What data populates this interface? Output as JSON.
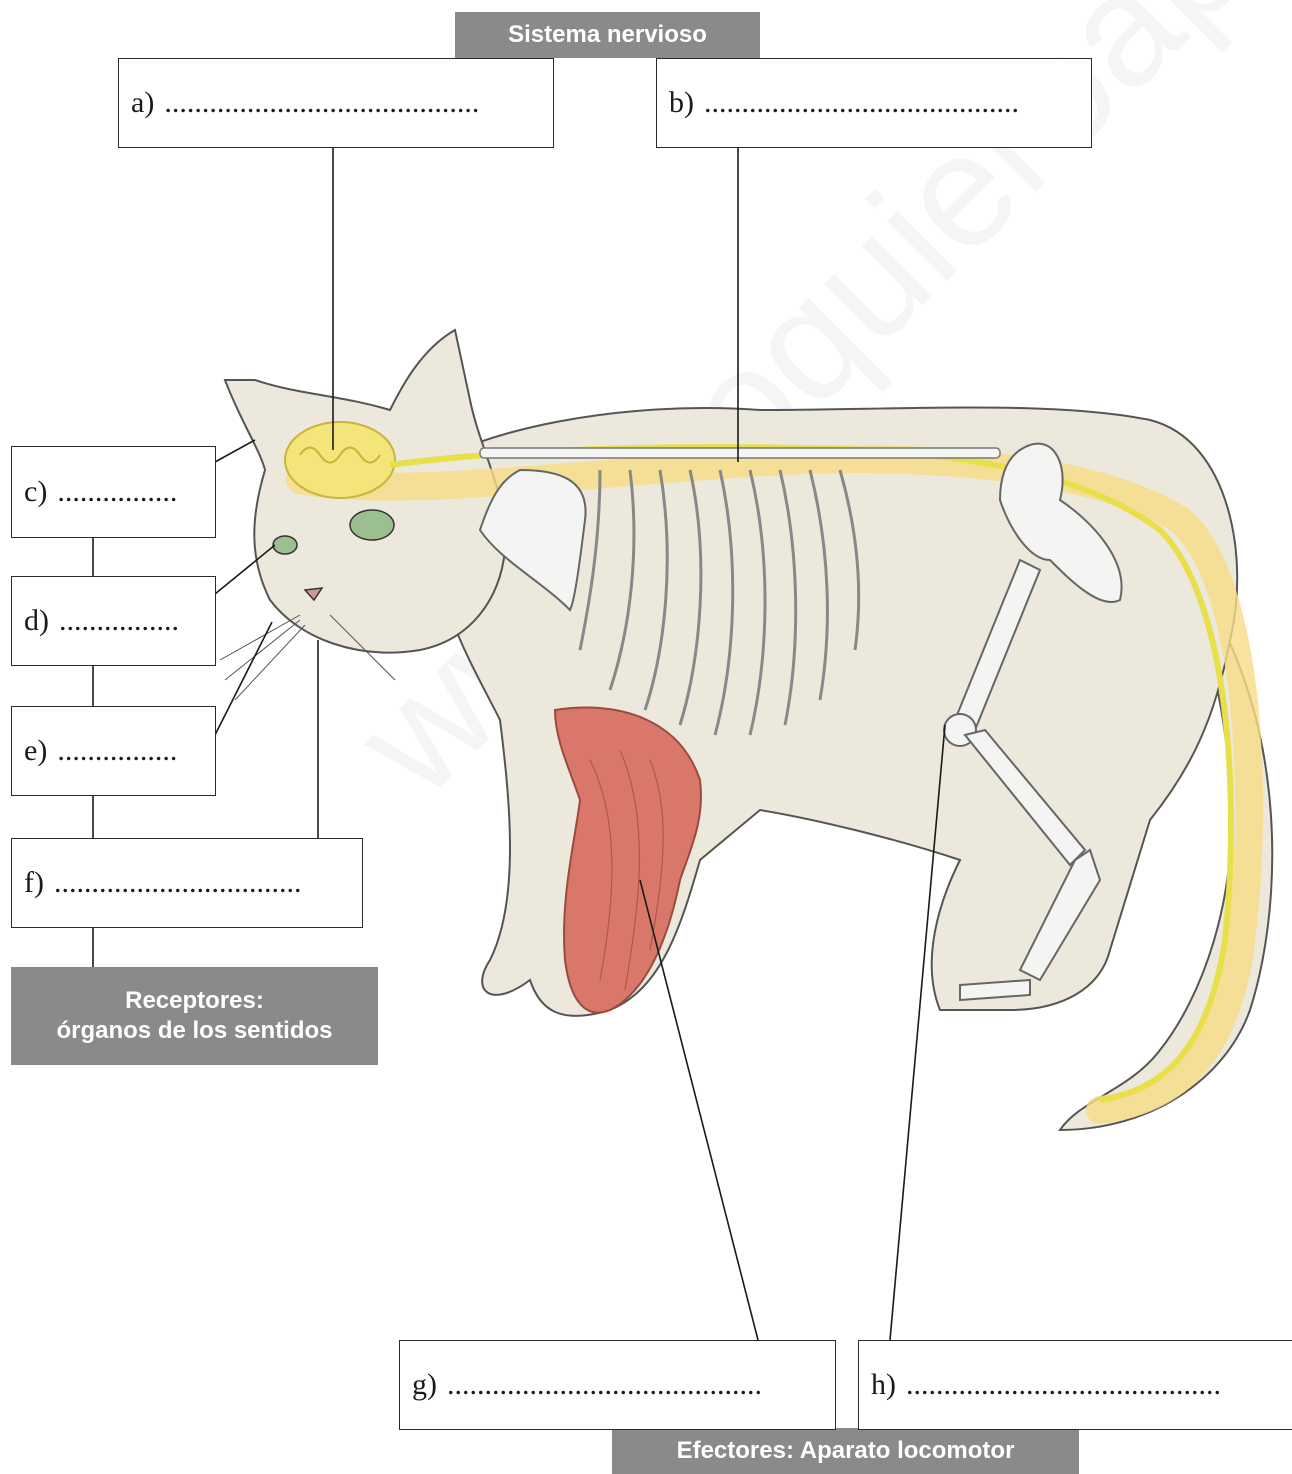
{
  "headers": {
    "top": "Sistema nervioso",
    "left": "Receptores:\nórganos de los sentidos",
    "bottom": "Efectores: Aparato locomotor"
  },
  "labels": {
    "a": {
      "letter": "a)",
      "dots": ".........................................."
    },
    "b": {
      "letter": "b)",
      "dots": ".........................................."
    },
    "c": {
      "letter": "c)",
      "dots": "................"
    },
    "d": {
      "letter": "d)",
      "dots": "................"
    },
    "e": {
      "letter": "e)",
      "dots": "................"
    },
    "f": {
      "letter": "f)",
      "dots": "................................."
    },
    "g": {
      "letter": "g)",
      "dots": ".........................................."
    },
    "h": {
      "letter": "h)",
      "dots": ".........................................."
    }
  },
  "watermark": "www.yoquieroaprobar.es",
  "colors": {
    "header_bg": "#8a8a8c",
    "nerve": "#e8e04a",
    "nerve_glow": "#f7dc86",
    "fur": "#ece8dc",
    "muscle": "#d9786a",
    "bone": "#f4f4f2"
  }
}
